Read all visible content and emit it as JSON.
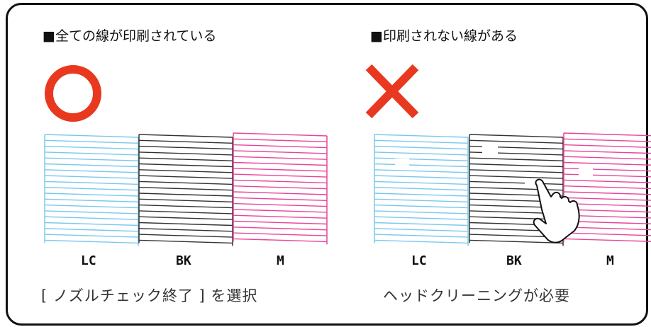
{
  "left_panel": {
    "heading": "■全ての線が印刷されている",
    "result_symbol": "circle-ok-icon",
    "labels": [
      "LC",
      "BK",
      "M"
    ],
    "caption": "[ ノズルチェック終了 ] を選択"
  },
  "right_panel": {
    "heading": "■印刷されない線がある",
    "result_symbol": "cross-ng-icon",
    "labels": [
      "LC",
      "BK",
      "M"
    ],
    "caption": "ヘッドクリーニングが必要"
  },
  "colors": {
    "LC": "#7ac8ee",
    "BK": "#333333",
    "M": "#e8459a",
    "symbol": "#e8381f"
  }
}
